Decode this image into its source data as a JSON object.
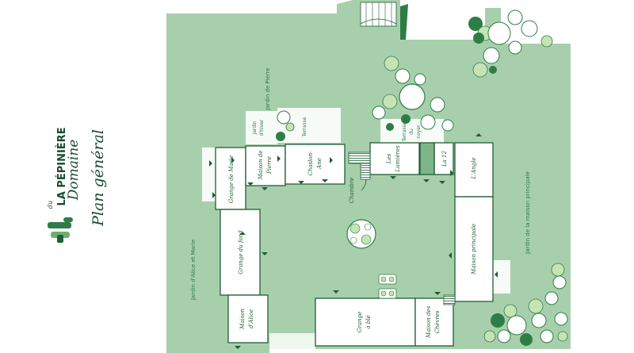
{
  "brand": {
    "line1": "LA PÉPINIÈRE",
    "line2": "Domaine",
    "prefix": "du"
  },
  "plan_title": "Plan général",
  "colors": {
    "garden": "#a8cfac",
    "building": "#ffffff",
    "ink": "#1f5e35",
    "dark_tree": "#2e7d46",
    "light_tree": "#c6e3b3"
  },
  "gardens": {
    "pierre": "Jardin de Pierre",
    "alice_marie": "Jardin d'Alice et Marie",
    "maison_principale": "Jardin de la maison principale",
    "hiver_1": "Jardin",
    "hiver_2": "d'hiver",
    "terrasse": "Terrasse",
    "noyer_1": "Terrasse",
    "noyer_2": "du",
    "noyer_3": "noyer"
  },
  "buildings": {
    "grange_marie": "Grange de Marie",
    "maison_pierre_1": "Maison de",
    "maison_pierre_2": "Pierre",
    "chateau_1": "Chaslon-",
    "chateau_2": "Ane",
    "les_lumieres_1": "Les",
    "les_lumieres_2": "Lumières",
    "la12": "La 12",
    "angle": "L'Angle",
    "maison_principale": "Maison principale",
    "grange_fond": "Grange du fond",
    "maison_alice_1": "Maison",
    "maison_alice_2": "d'Alice",
    "grange_ble_1": "Grange",
    "grange_ble_2": "à blé",
    "maison_chevres_1": "Maison des",
    "maison_chevres_2": "Chèvres",
    "chambre": "Chambre"
  }
}
